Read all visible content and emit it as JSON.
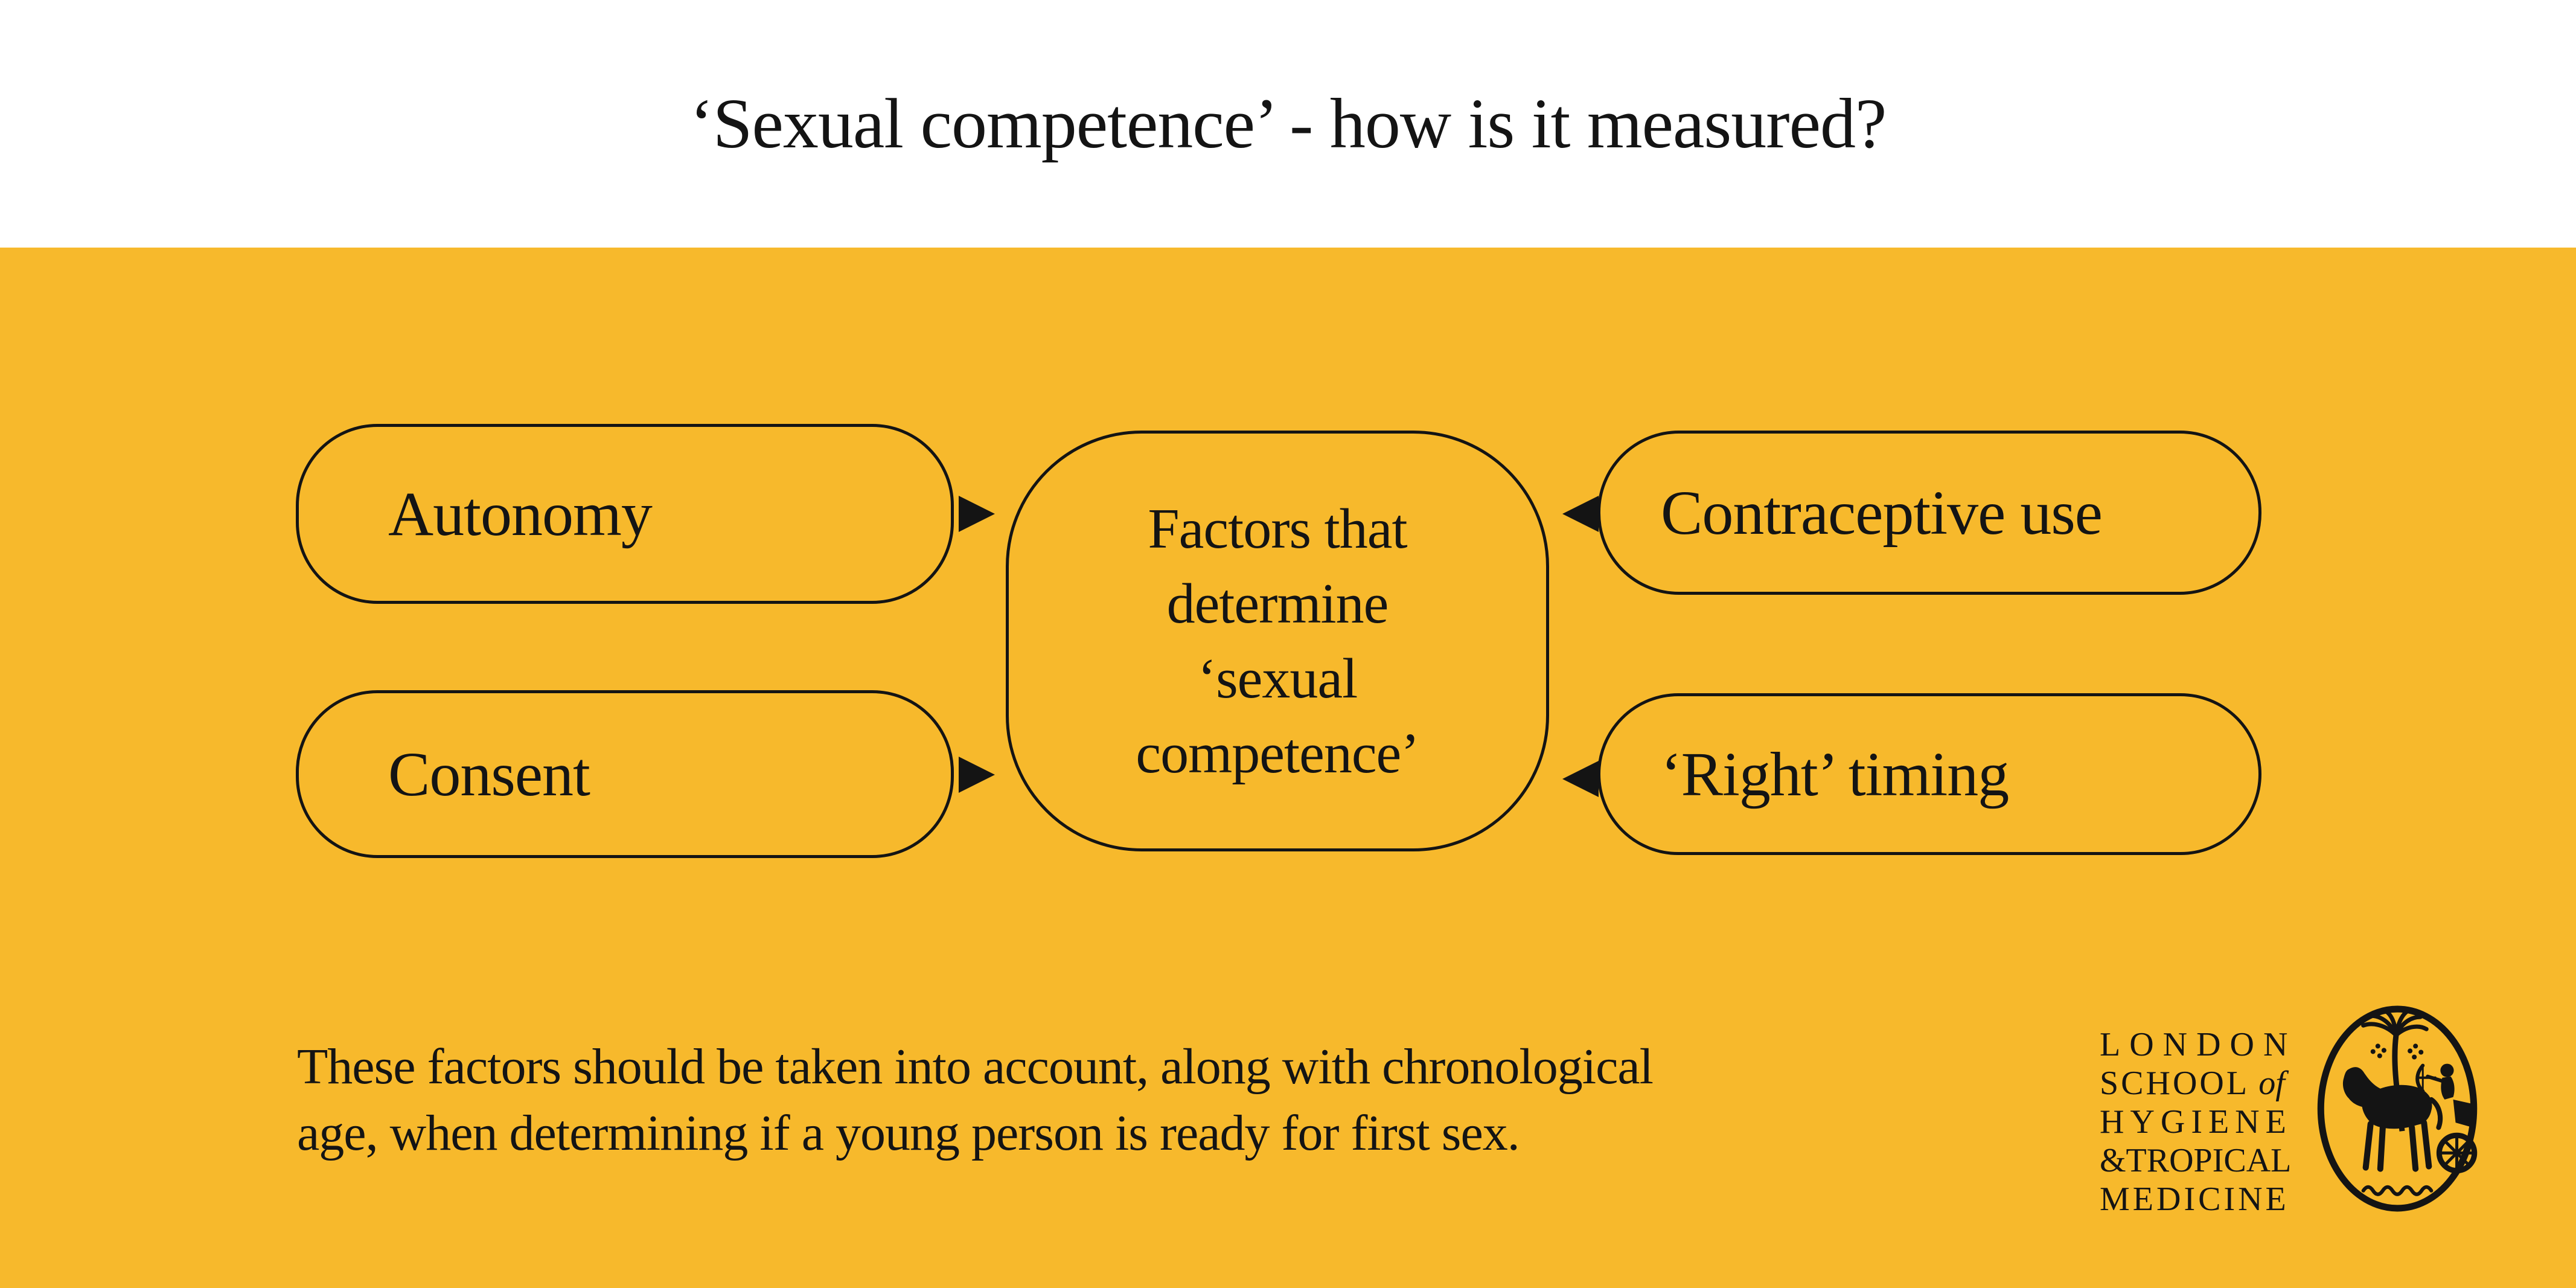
{
  "colors": {
    "background": "#F7B92C",
    "header_band": "#FFFFFF",
    "ink": "#141414"
  },
  "header": {
    "title": "‘Sexual competence’ - how is it measured?"
  },
  "diagram": {
    "left_boxes": [
      {
        "label": "Autonomy"
      },
      {
        "label": "Consent"
      }
    ],
    "right_boxes": [
      {
        "label": "Contraceptive use"
      },
      {
        "label": "‘Right’ timing"
      }
    ],
    "center_box": {
      "lines": [
        "Factors that",
        "determine",
        "‘sexual",
        "competence’"
      ]
    },
    "arrows": [
      {
        "from": "Autonomy",
        "to": "center",
        "direction": "right"
      },
      {
        "from": "Consent",
        "to": "center",
        "direction": "right"
      },
      {
        "from": "Contraceptive use",
        "to": "center",
        "direction": "left"
      },
      {
        "from": "‘Right’ timing",
        "to": "center",
        "direction": "left"
      }
    ]
  },
  "footer": {
    "note_lines": [
      "These factors should be taken into account, along with chronological",
      "age, when determining if a young person is ready for first sex."
    ],
    "logo": {
      "line1": "LONDON",
      "line2_caps": "SCHOOL",
      "line2_italic": "of",
      "line3": "HYGIENE",
      "line4": "&TROPICAL",
      "line5": "MEDICINE",
      "emblem_icon": "lshtm-crest"
    }
  }
}
